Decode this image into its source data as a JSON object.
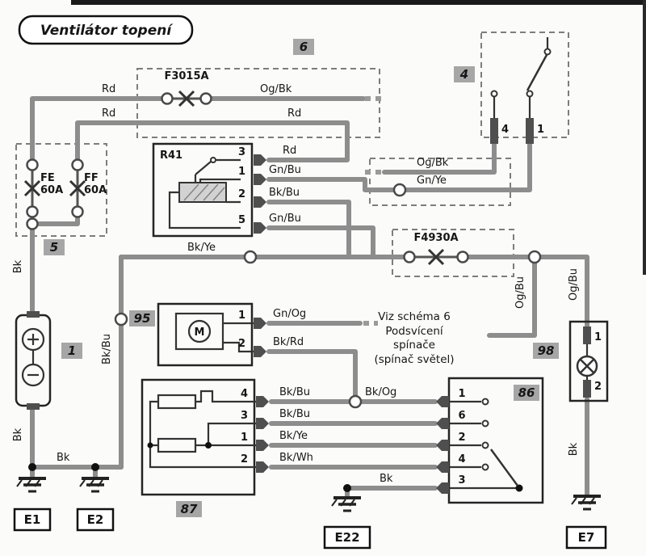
{
  "title": "Ventilátor topení",
  "tags": {
    "t1": "1",
    "t4": "4",
    "t5": "5",
    "t6": "6",
    "t86": "86",
    "t87": "87",
    "t95": "95",
    "t98": "98"
  },
  "fuses": {
    "f3015a": "F3015A",
    "f4930a": "F4930A",
    "fe": {
      "name": "FE",
      "rating": "60A"
    },
    "ff": {
      "name": "FF",
      "rating": "60A"
    }
  },
  "relay": {
    "name": "R41",
    "pin3": "3",
    "pin1": "1",
    "pin2": "2",
    "pin5": "5"
  },
  "motor": {
    "label": "M",
    "pin1": "1",
    "pin2": "2"
  },
  "resistor87": {
    "pin4": "4",
    "pin3": "3",
    "pin1": "1",
    "pin2": "2"
  },
  "switch86": {
    "pin1": "1",
    "pin6": "6",
    "pin2": "2",
    "pin4": "4",
    "pin3": "3"
  },
  "lamp98": {
    "pin1": "1",
    "pin2": "2"
  },
  "switch4": {
    "pin4": "4",
    "pin1": "1"
  },
  "grounds": {
    "e1": "E1",
    "e2": "E2",
    "e22": "E22",
    "e7": "E7"
  },
  "note": {
    "l1": "Viz schéma 6",
    "l2": "Podsvícení",
    "l3": "spínače",
    "l4": "(spínač světel)"
  },
  "wires": {
    "rd_top": "Rd",
    "ogbk_top": "Og/Bk",
    "rd_2": "Rd",
    "rd_2b": "Rd",
    "rd_pin3": "Rd",
    "gnbu_pin1": "Gn/Bu",
    "ogbk_r": "Og/Bk",
    "gnye": "Gn/Ye",
    "bkbu_pin2": "Bk/Bu",
    "gnbu_pin5": "Gn/Bu",
    "bkye": "Bk/Ye",
    "gnog": "Gn/Og",
    "bkrd": "Bk/Rd",
    "bkbu_a": "Bk/Bu",
    "bkog": "Bk/Og",
    "bkbu_b": "Bk/Bu",
    "bkye_b": "Bk/Ye",
    "bkwh": "Bk/Wh",
    "bk_sw": "Bk",
    "bk_bottom": "Bk",
    "bk_vert_top": "Bk",
    "bk_vert_bottom": "Bk",
    "bkbu_vert": "Bk/Bu",
    "ogbu_1": "Og/Bu",
    "ogbu_2": "Og/Bu",
    "bk_98": "Bk"
  },
  "colors": {
    "wire": "#8d8d8d",
    "tag_bg": "#a6a6a6"
  }
}
